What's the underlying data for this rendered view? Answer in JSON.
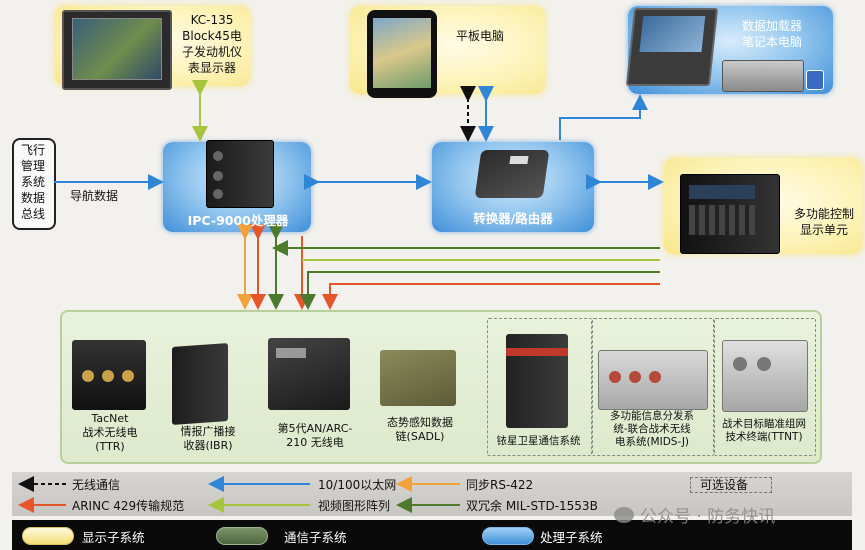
{
  "nodes": {
    "kc135_display": "KC-135\nBlock45电\n子发动机仪\n表显示器",
    "tablet": "平板电脑",
    "data_loader": "数据加载器\n笔记本电脑",
    "flight_bus": "飞行\n管理\n系统\n数据\n总线",
    "nav_data": "导航数据",
    "ipc9000": "IPC-9000处理器",
    "converter_router": "转换器/路由器",
    "mfcdu": "多功能控制\n显示单元",
    "tacnet": "TacNet\n战术无线电\n(TTR)",
    "ibr": "情报广播接\n收器(IBR)",
    "arc210": "第5代AN/ARC-\n210 无线电",
    "sadl": "态势感知数据\n链(SADL)",
    "satcom": "铱星卫星通信系统",
    "mids": "多功能信息分发系\n统-联合战术无线\n电系统(MIDS-J)",
    "tnt": "战术目标瞄准组网\n技术终端(TTNT)"
  },
  "legend": {
    "wireless": "无线通信",
    "ethernet": "10/100以太网",
    "rs422": "同步RS-422",
    "optional": "可选设备",
    "arinc429": "ARINC 429传输规范",
    "video": "视频图形阵列",
    "mil1553": "双冗余 MIL-STD-1553B",
    "display_sub": "显示子系统",
    "comm_sub": "通信子系统",
    "proc_sub": "处理子系统"
  },
  "watermark": "公众号 · 防务快讯",
  "colors": {
    "ethernet": "#2f86d6",
    "arinc429": "#e5562a",
    "rs422": "#f2a23a",
    "video": "#a6c43c",
    "mil1553": "#4c7a2c",
    "display": "#f7e68b",
    "comm": "#5f7a4c",
    "proc": "#3f8fd8"
  }
}
